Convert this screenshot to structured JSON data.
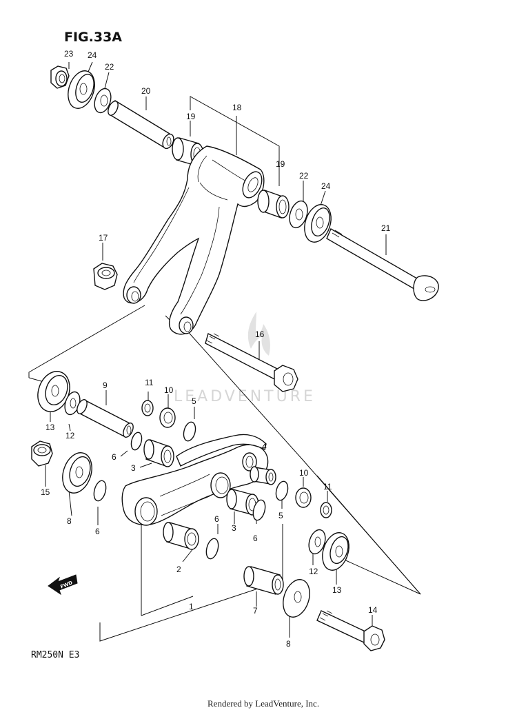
{
  "figure_title": "FIG.33A",
  "model_code": "RM250N E3",
  "footer": "Rendered by LeadVenture, Inc.",
  "watermark": "LEADVENTURE",
  "fwd_label": "FWD",
  "callouts": [
    {
      "id": "c23a",
      "label": "23"
    },
    {
      "id": "c24a",
      "label": "24"
    },
    {
      "id": "c22a",
      "label": "22"
    },
    {
      "id": "c20",
      "label": "20"
    },
    {
      "id": "c18",
      "label": "18"
    },
    {
      "id": "c19a",
      "label": "19"
    },
    {
      "id": "c19b",
      "label": "19"
    },
    {
      "id": "c22b",
      "label": "22"
    },
    {
      "id": "c24b",
      "label": "24"
    },
    {
      "id": "c21",
      "label": "21"
    },
    {
      "id": "c17",
      "label": "17"
    },
    {
      "id": "c16",
      "label": "16"
    },
    {
      "id": "c9",
      "label": "9"
    },
    {
      "id": "c11a",
      "label": "11"
    },
    {
      "id": "c10a",
      "label": "10"
    },
    {
      "id": "c5a",
      "label": "5"
    },
    {
      "id": "c13a",
      "label": "13"
    },
    {
      "id": "c12a",
      "label": "12"
    },
    {
      "id": "c6a",
      "label": "6"
    },
    {
      "id": "c3a",
      "label": "3"
    },
    {
      "id": "c15",
      "label": "15"
    },
    {
      "id": "c4",
      "label": "4"
    },
    {
      "id": "c10b",
      "label": "10"
    },
    {
      "id": "c11b",
      "label": "11"
    },
    {
      "id": "c8a",
      "label": "8"
    },
    {
      "id": "c6b",
      "label": "6"
    },
    {
      "id": "c6c",
      "label": "6"
    },
    {
      "id": "c3b",
      "label": "3"
    },
    {
      "id": "c6d",
      "label": "6"
    },
    {
      "id": "c5b",
      "label": "5"
    },
    {
      "id": "c2",
      "label": "2"
    },
    {
      "id": "c12b",
      "label": "12"
    },
    {
      "id": "c13b",
      "label": "13"
    },
    {
      "id": "c1",
      "label": "1"
    },
    {
      "id": "c7",
      "label": "7"
    },
    {
      "id": "c14",
      "label": "14"
    },
    {
      "id": "c8b",
      "label": "8"
    }
  ]
}
